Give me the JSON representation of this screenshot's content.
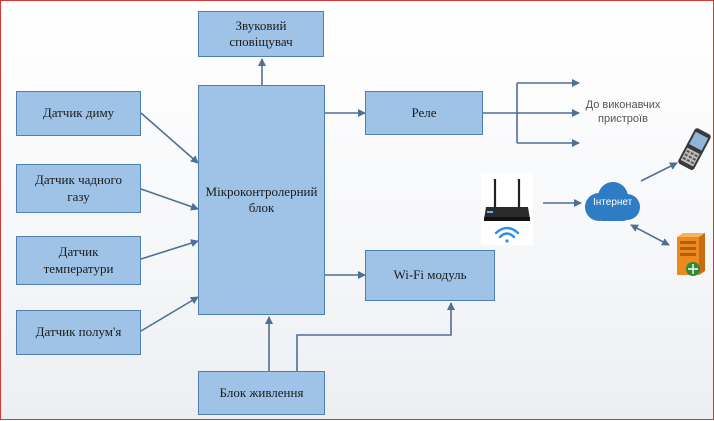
{
  "blocks": {
    "sound_alarm": "Звуковий\nсповіщувач",
    "smoke_sensor": "Датчик диму",
    "co_sensor": "Датчик чадного\nгазу",
    "temp_sensor": "Датчик\nтемператури",
    "flame_sensor": "Датчик полум'я",
    "mcu": "Мікроконтролерний\nблок",
    "relay": "Реле",
    "wifi_module": "Wi-Fi модуль",
    "power_supply": "Блок живлення"
  },
  "labels": {
    "actuators": "До виконавчих\nпристроїв",
    "internet": "Інтернет"
  },
  "icons": [
    "wifi-router-icon",
    "wifi-signal-icon",
    "cloud-icon",
    "mobile-phone-icon",
    "server-icon"
  ],
  "colors": {
    "block_fill": "#9ec3e6",
    "block_border": "#4f7eb1",
    "connector": "#4f6f95",
    "cloud": "#2e7cc4"
  }
}
